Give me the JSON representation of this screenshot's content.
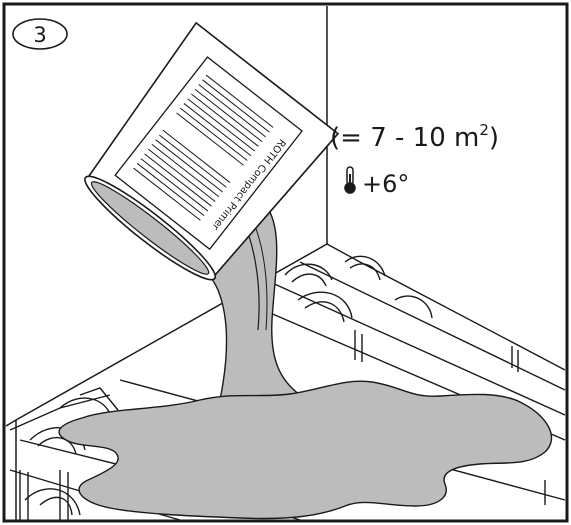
{
  "step": {
    "number": "3"
  },
  "bucket": {
    "label": "ROTH Compact Primer"
  },
  "coverage": {
    "prefix": "(= 7 - 10 m",
    "superscript": "2",
    "suffix": ")"
  },
  "temperature": {
    "icon": "thermometer-icon",
    "value": "+6°"
  },
  "colors": {
    "outline": "#1a1a1a",
    "liquid": "#bcbcbc",
    "background": "#ffffff"
  }
}
